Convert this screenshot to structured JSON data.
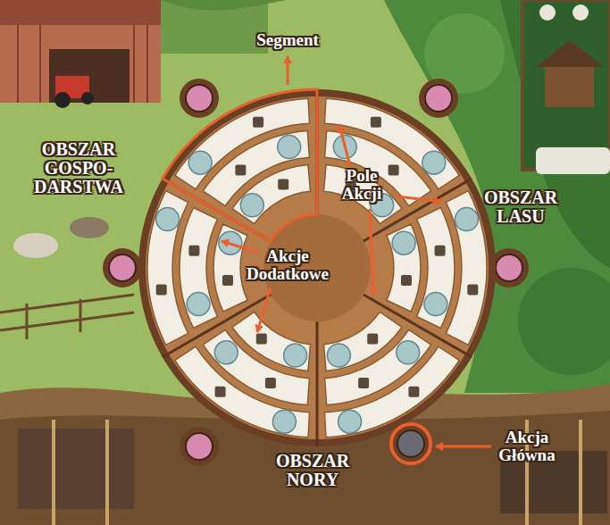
{
  "diagram": {
    "labels": [
      "Segment",
      "OBSZAR GOSPO- DARSTWA",
      "Pole Akcji",
      "OBSZAR LASU",
      "Akcje Dodatkowe",
      "OBSZAR NORY",
      "Akcja Główna"
    ]
  }
}
